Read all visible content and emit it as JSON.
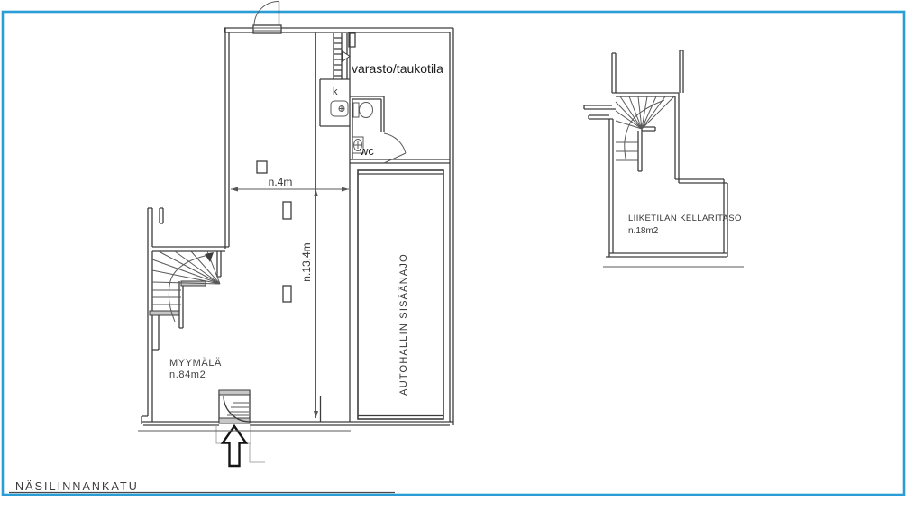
{
  "colors": {
    "frame_blue": "#2b9dd6",
    "wall_gray": "#3d3d3d",
    "background": "#ffffff"
  },
  "street_label": "NÄSILINNANKATU",
  "main_plan": {
    "storage_room_label": "varasto/taukotila",
    "kitchenette_label": "k",
    "wc_label": "wc",
    "width_dimension": "n.4m",
    "depth_dimension": "n.13,4m",
    "shop_label": "MYYMÄLÄ",
    "shop_area": "n.84m2",
    "garage_ramp_label": "AUTOHALLIN SISÄÄNAJO"
  },
  "basement_plan": {
    "room_label": "LIIKETILAN KELLARITASO",
    "room_area": "n.18m2"
  }
}
